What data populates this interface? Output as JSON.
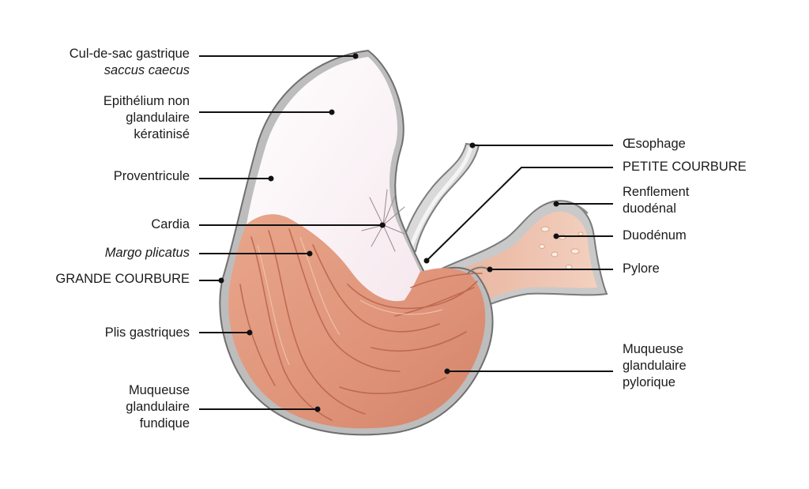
{
  "labels": {
    "cul_de_sac": {
      "line1": "Cul-de-sac gastrique",
      "line2": "saccus caecus"
    },
    "epithelium": {
      "line1": "Epithélium non",
      "line2": "glandulaire",
      "line3": "kératinisé"
    },
    "proventricule": "Proventricule",
    "cardia": "Cardia",
    "margo_plicatus": "Margo plicatus",
    "grande_courbure": "GRANDE COURBURE",
    "plis_gastriques": "Plis gastriques",
    "muqueuse_fundique": {
      "line1": "Muqueuse",
      "line2": "glandulaire",
      "line3": "fundique"
    },
    "oesophage": "Œsophage",
    "petite_courbure": "PETITE COURBURE",
    "renflement": {
      "line1": "Renflement",
      "line2": "duodénal"
    },
    "duodenum": "Duodénum",
    "pylore": "Pylore",
    "muqueuse_pylorique": {
      "line1": "Muqueuse",
      "line2": "glandulaire",
      "line3": "pylorique"
    }
  },
  "colors": {
    "outer_wall": "#8a8a8a",
    "non_glandular": "#fbf3f6",
    "glandular": "#e49a7e",
    "glandular_dark": "#c97056",
    "leader": "#111111"
  }
}
